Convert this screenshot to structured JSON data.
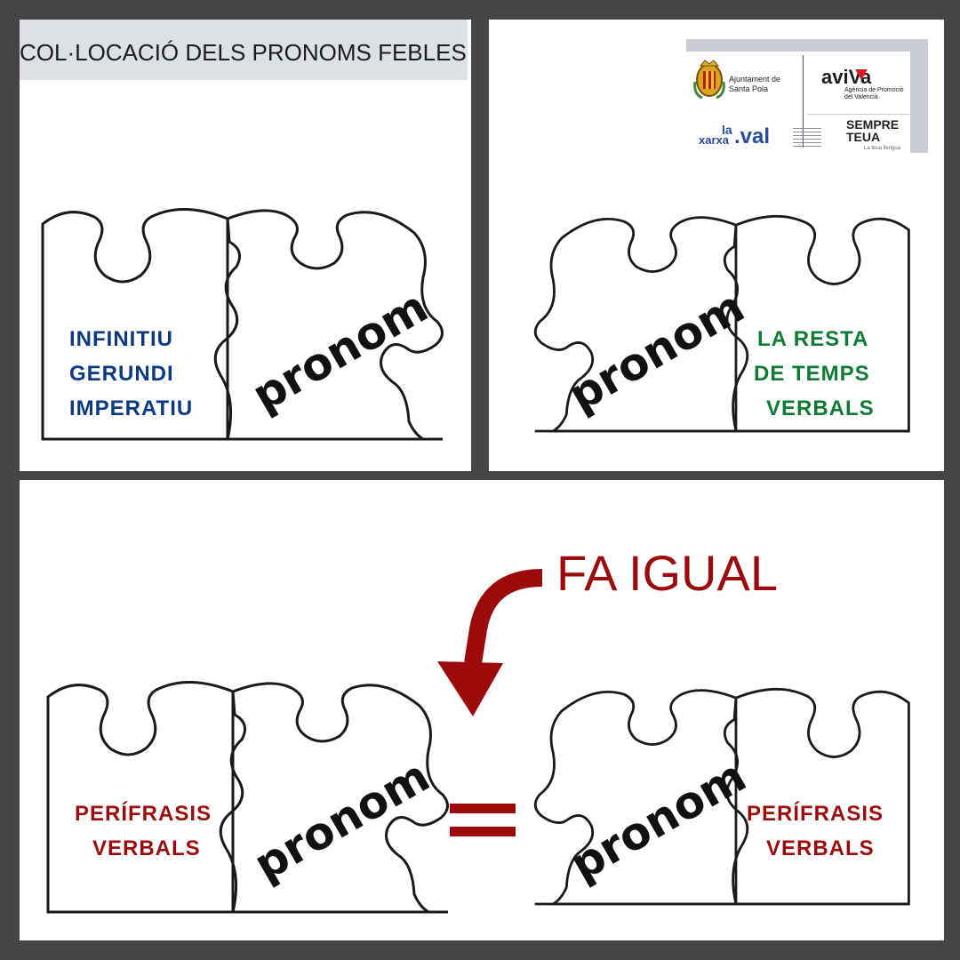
{
  "title": "COL·LOCACIÓ DELS PRONOMS FEBLES",
  "logos": {
    "ajuntament_line1": "Ajuntament de",
    "ajuntament_line2": "Santa Pola",
    "aviva": "aviVa",
    "aviva_sub1": "Agència de Promoció",
    "aviva_sub2": "del Valencià",
    "xarxa_la": "la",
    "xarxa": "xarxa",
    "val": ".val",
    "sempre_line1": "SEMPRE",
    "sempre_line2": "TEUA",
    "sempre_sub": "La teua llengua"
  },
  "pieces": {
    "top_left": {
      "pronoun": "pronom",
      "lines": [
        "INFINITIU",
        "GERUNDI",
        "IMPERATIU"
      ],
      "color": "#0b3a82"
    },
    "top_right": {
      "pronoun": "pronom",
      "lines": [
        "LA RESTA",
        "DE TEMPS",
        "VERBALS"
      ],
      "color": "#0f7a33"
    },
    "bottom_left": {
      "pronoun": "pronom",
      "lines": [
        "PERÍFRASIS",
        "VERBALS"
      ],
      "color": "#9b0b0b"
    },
    "bottom_right": {
      "pronoun": "pronom",
      "lines": [
        "PERÍFRASIS",
        "VERBALS"
      ],
      "color": "#9b0b0b"
    }
  },
  "callout": "FA IGUAL",
  "accent_color": "#9b0b0b"
}
